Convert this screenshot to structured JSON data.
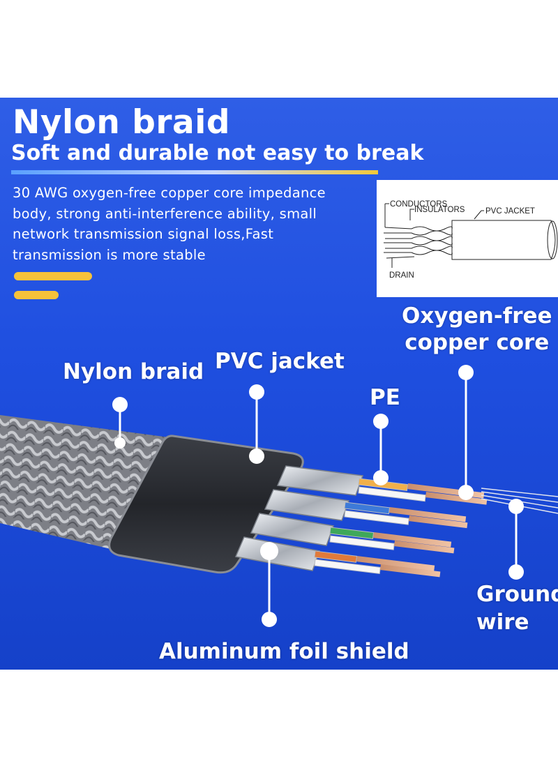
{
  "headline": "Nylon braid",
  "subtitle": "Soft and durable not easy to break",
  "description": "30 AWG oxygen-free copper core impedance body, strong anti-interference ability, small network transmission signal loss,Fast transmission is more stable",
  "schematic": {
    "conductors": "CONDUCTORS",
    "insulators": "INSULATORS",
    "pvc_jacket": "PVC JACKET",
    "drain": "DRAIN"
  },
  "callouts": {
    "nylon_braid": "Nylon braid",
    "pvc_jacket": "PVC jacket",
    "pe": "PE",
    "oxygen_free_line1": "Oxygen-free",
    "oxygen_free_line2": "copper core",
    "ground_line1": "Ground",
    "ground_line2": "wire",
    "aluminum_foil": "Aluminum foil shield"
  },
  "colors": {
    "background_blue": "#1f4fe0",
    "accent_yellow": "#f7c23a",
    "text": "#ffffff"
  }
}
